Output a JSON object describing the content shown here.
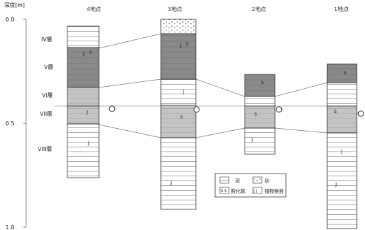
{
  "depth_axis": {
    "label": "深度[m]",
    "ticks": [
      "0.0",
      "0.5",
      "1.0"
    ]
  },
  "sites": [
    "4地点",
    "3地点",
    "2地点",
    "1地点"
  ],
  "layers": [
    "IV層",
    "V層",
    "VI層",
    "VII層",
    "VIII層"
  ],
  "legend": {
    "items": [
      {
        "label": "泥",
        "pattern": "mud"
      },
      {
        "label": "砂",
        "pattern": "sand"
      },
      {
        "label": "酸化鉄",
        "pattern": "iron",
        "glyph": "S S"
      },
      {
        "label": "植物根痕",
        "pattern": "roots",
        "glyph": "J J"
      }
    ]
  },
  "colors": {
    "dark_layer": "#8a8a8a",
    "light_layer": "#c2c2c2",
    "mud": "#ffffff",
    "line": "#333333"
  },
  "markers": {
    "groundwater": "circle"
  }
}
